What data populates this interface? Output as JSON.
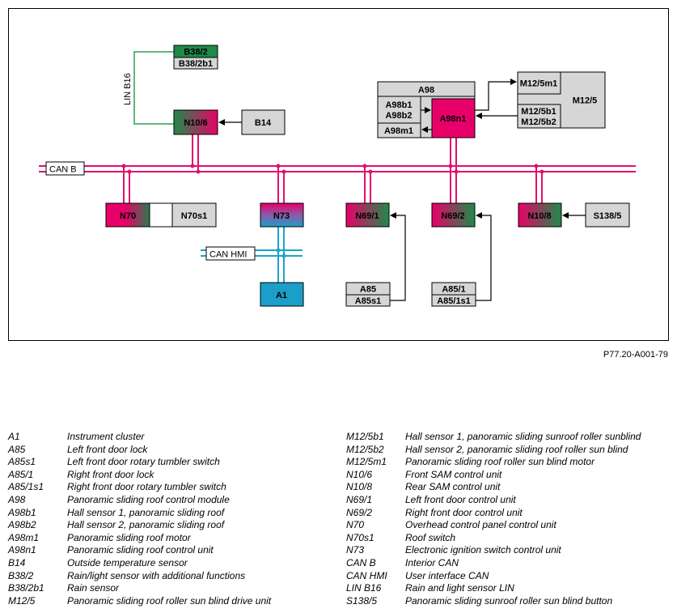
{
  "diagram": {
    "reference_code": "P77.20-A001-79",
    "bus_labels": {
      "can_b": "CAN B",
      "can_hmi": "CAN HMI",
      "lin_b16": "LIN B16"
    },
    "components": {
      "b38_2": "B38/2",
      "b38_2b1": "B38/2b1",
      "n10_6": "N10/6",
      "b14": "B14",
      "a98": "A98",
      "a98b1": "A98b1",
      "a98b2": "A98b2",
      "a98m1": "A98m1",
      "a98n1": "A98n1",
      "m12_5m1": "M12/5m1",
      "m12_5": "M12/5",
      "m12_5b1": "M12/5b1",
      "m12_5b2": "M12/5b2",
      "n70": "N70",
      "n70s1": "N70s1",
      "n73": "N73",
      "n69_1": "N69/1",
      "n69_2": "N69/2",
      "n10_8": "N10/8",
      "s138_5": "S138/5",
      "a1": "A1",
      "a85": "A85",
      "a85s1": "A85s1",
      "a85_1": "A85/1",
      "a85_1s1": "A85/1s1"
    },
    "colors": {
      "can_b_line": "#e0106e",
      "can_hmi_line": "#1aa3cf",
      "lin_line": "#2aa14a",
      "control_unit_magenta": "#e8006a",
      "control_unit_green": "#1e8a4a",
      "instrument_blue": "#1b9ec9",
      "module_gray": "#d6d6d6"
    }
  },
  "legend": {
    "left": [
      {
        "code": "A1",
        "desc": "Instrument cluster"
      },
      {
        "code": "A85",
        "desc": "Left front door lock"
      },
      {
        "code": "A85s1",
        "desc": "Left front door rotary tumbler switch"
      },
      {
        "code": "A85/1",
        "desc": "Right front door lock"
      },
      {
        "code": "A85/1s1",
        "desc": "Right front door rotary tumbler switch"
      },
      {
        "code": "A98",
        "desc": "Panoramic sliding roof control module"
      },
      {
        "code": "A98b1",
        "desc": "Hall sensor 1, panoramic sliding roof"
      },
      {
        "code": "A98b2",
        "desc": "Hall sensor 2, panoramic sliding roof"
      },
      {
        "code": "A98m1",
        "desc": "Panoramic sliding roof motor"
      },
      {
        "code": "A98n1",
        "desc": "Panoramic sliding roof control unit"
      },
      {
        "code": "B14",
        "desc": "Outside temperature sensor"
      },
      {
        "code": "B38/2",
        "desc": "Rain/light sensor with additional functions"
      },
      {
        "code": "B38/2b1",
        "desc": "Rain sensor"
      },
      {
        "code": "M12/5",
        "desc": "Panoramic sliding roof roller sun blind drive unit"
      }
    ],
    "right": [
      {
        "code": "M12/5b1",
        "desc": "Hall sensor 1, panoramic sliding sunroof roller sunblind"
      },
      {
        "code": "M12/5b2",
        "desc": "Hall sensor 2, panoramic sliding roof roller sun blind"
      },
      {
        "code": "M12/5m1",
        "desc": "Panoramic sliding roof roller sun blind motor"
      },
      {
        "code": "N10/6",
        "desc": "Front SAM control unit"
      },
      {
        "code": "N10/8",
        "desc": "Rear SAM control unit"
      },
      {
        "code": "N69/1",
        "desc": "Left front door control unit"
      },
      {
        "code": "N69/2",
        "desc": "Right front door control unit"
      },
      {
        "code": "N70",
        "desc": "Overhead control panel control unit"
      },
      {
        "code": "N70s1",
        "desc": "Roof switch"
      },
      {
        "code": "N73",
        "desc": "Electronic ignition switch control unit"
      },
      {
        "code": "CAN B",
        "desc": "Interior CAN"
      },
      {
        "code": "CAN HMI",
        "desc": "User interface CAN"
      },
      {
        "code": "LIN B16",
        "desc": "Rain and light sensor LIN"
      },
      {
        "code": "S138/5",
        "desc": "Panoramic sliding sunroof roller sun blind button"
      }
    ]
  }
}
